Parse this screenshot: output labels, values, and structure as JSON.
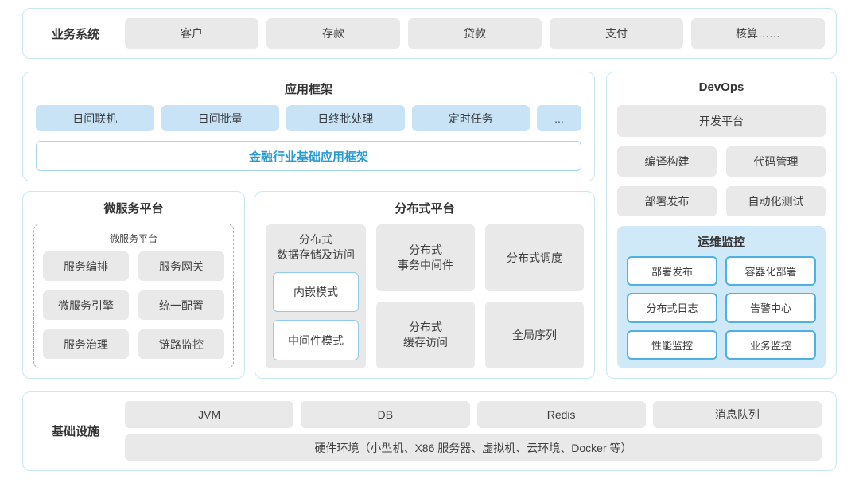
{
  "colors": {
    "panel_border": "#c7e8ef",
    "gray_box": "#e9e9ea",
    "blue_box": "#c8e3f6",
    "accent_blue_text": "#2a9bd0",
    "monitor_bg": "#cfe9f9",
    "monitor_box_border": "#4fb0e5"
  },
  "business": {
    "label": "业务系统",
    "items": [
      "客户",
      "存款",
      "贷款",
      "支付",
      "核算……"
    ]
  },
  "app_framework": {
    "title": "应用框架",
    "items": [
      "日间联机",
      "日间批量",
      "日终批处理",
      "定时任务",
      "..."
    ],
    "base": "金融行业基础应用框架"
  },
  "microservice": {
    "title": "微服务平台",
    "group_title": "微服务平台",
    "items": [
      "服务编排",
      "服务网关",
      "微服务引擎",
      "统一配置",
      "服务治理",
      "链路监控"
    ]
  },
  "distributed": {
    "title": "分布式平台",
    "storage_label": "分布式\n数据存储及访问",
    "storage_modes": [
      "内嵌模式",
      "中间件模式"
    ],
    "items": [
      "分布式\n事务中间件",
      "分布式调度",
      "分布式\n缓存访问",
      "全局序列"
    ]
  },
  "devops": {
    "title": "DevOps",
    "dev_platform": "开发平台",
    "items": [
      "编译构建",
      "代码管理",
      "部署发布",
      "自动化测试"
    ],
    "monitor": {
      "title": "运维监控",
      "items": [
        "部署发布",
        "容器化部署",
        "分布式日志",
        "告警中心",
        "性能监控",
        "业务监控"
      ]
    }
  },
  "infra": {
    "label": "基础设施",
    "items": [
      "JVM",
      "DB",
      "Redis",
      "消息队列"
    ],
    "hardware": "硬件环境（小型机、X86 服务器、虚拟机、云环境、Docker 等）"
  }
}
